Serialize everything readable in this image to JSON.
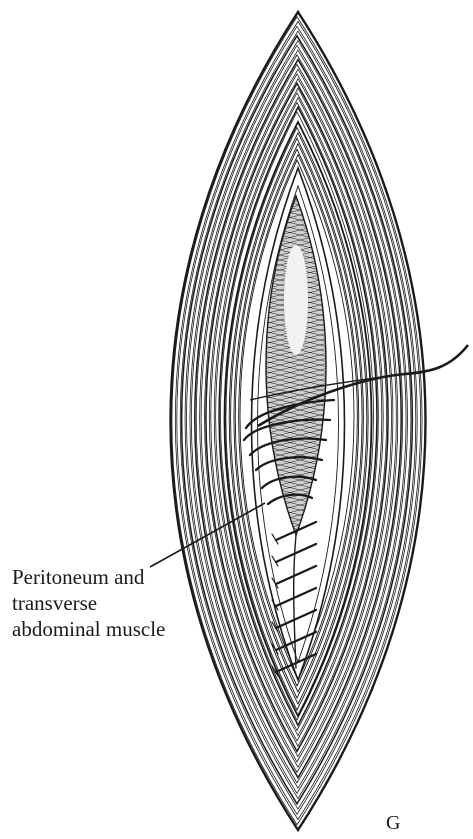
{
  "figure": {
    "label_lines": [
      "Peritoneum and",
      "transverse",
      "abdominal muscle"
    ],
    "panel_letter": "G",
    "ink_color": "#1a1a1a"
  }
}
